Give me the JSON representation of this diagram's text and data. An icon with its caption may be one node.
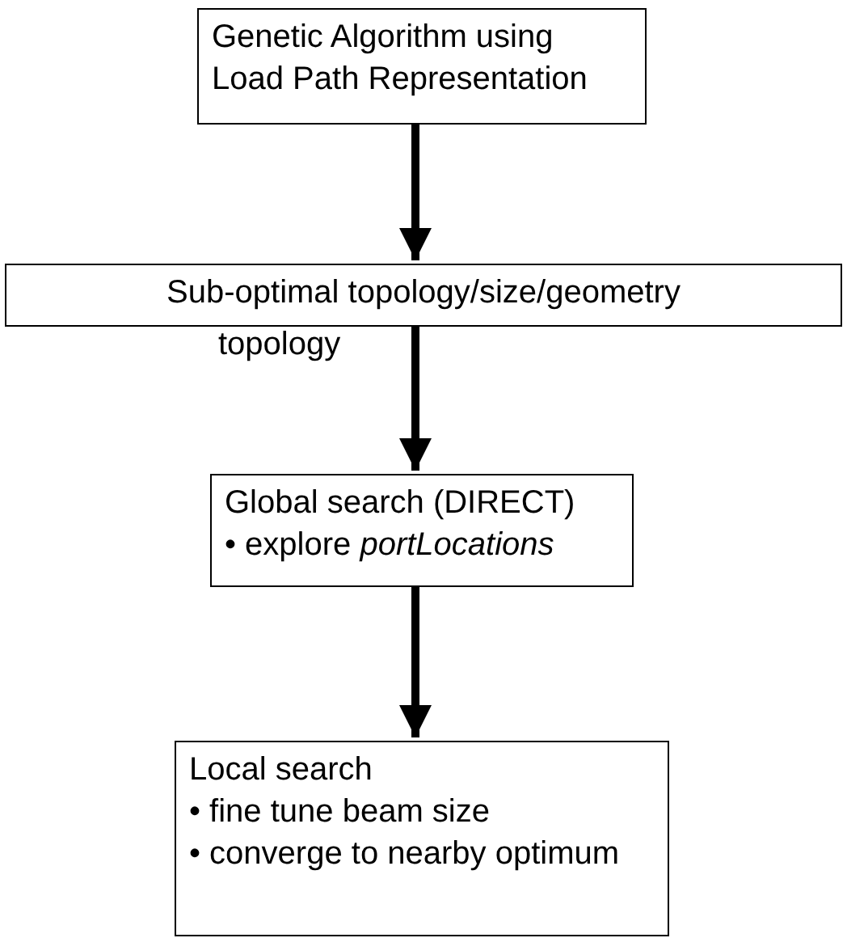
{
  "diagram": {
    "nodes": [
      {
        "text": [
          "Genetic Algorithm using Load Path Representation"
        ]
      },
      {
        "text": [
          "Sub-optimal topology/size/geometry"
        ]
      },
      {
        "text": [
          "Global search (DIRECT)",
          "• explore *portLocations*"
        ]
      },
      {
        "text": [
          "Local search",
          "• fine tune beam size",
          "• converge to nearby optimum"
        ]
      }
    ],
    "edges": [
      {
        "from": 0,
        "to": 1,
        "arrow": "to"
      },
      {
        "from": 1,
        "to": 2,
        "arrow": "to",
        "label": "topology"
      },
      {
        "from": 2,
        "to": 3,
        "arrow": "to"
      }
    ]
  }
}
